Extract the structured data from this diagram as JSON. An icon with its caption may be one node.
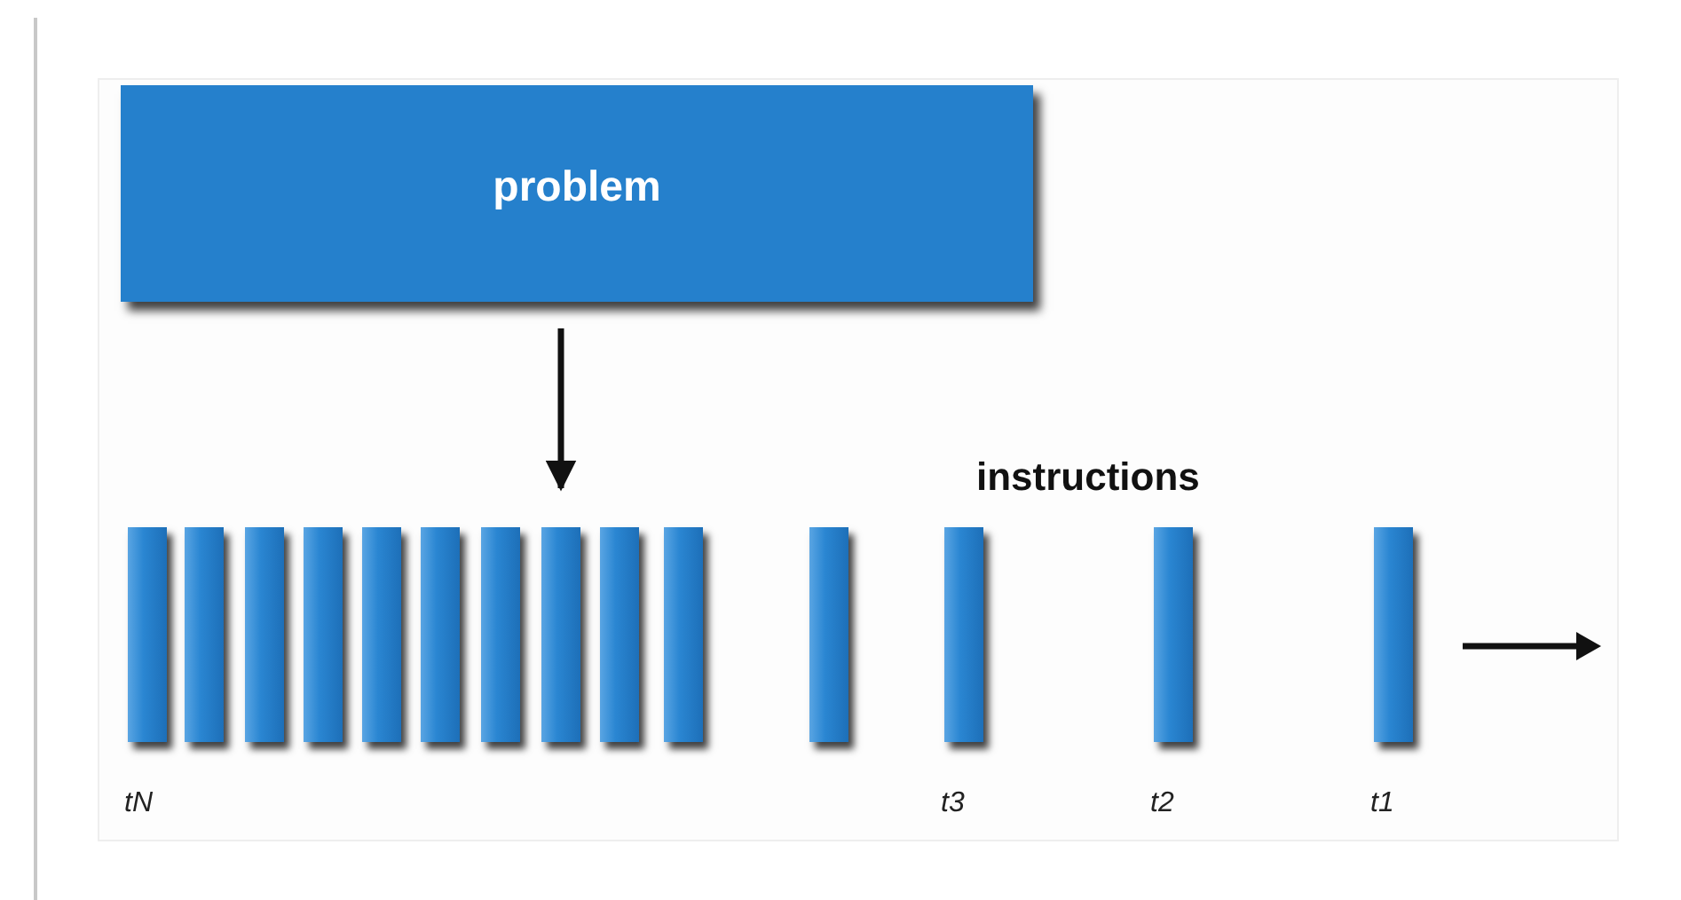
{
  "diagram": {
    "nodes": [
      {
        "text": [
          "problem"
        ]
      },
      {
        "text": [],
        "shape": "bar",
        "beside": [
          "tN"
        ]
      },
      {
        "text": [],
        "shape": "bar"
      },
      {
        "text": [],
        "shape": "bar"
      },
      {
        "text": [],
        "shape": "bar"
      },
      {
        "text": [],
        "shape": "bar"
      },
      {
        "text": [],
        "shape": "bar"
      },
      {
        "text": [],
        "shape": "bar"
      },
      {
        "text": [],
        "shape": "bar"
      },
      {
        "text": [],
        "shape": "bar"
      },
      {
        "text": [],
        "shape": "bar"
      },
      {
        "text": [],
        "shape": "bar"
      },
      {
        "text": [],
        "shape": "bar",
        "beside": [
          "t3"
        ]
      },
      {
        "text": [],
        "shape": "bar",
        "beside": [
          "t2"
        ]
      },
      {
        "text": [],
        "shape": "bar",
        "beside": [
          "t1"
        ]
      }
    ],
    "edges": [
      {
        "from": 0,
        "to": 8,
        "arrow": "to"
      }
    ],
    "labels": [
      "instructions"
    ]
  }
}
